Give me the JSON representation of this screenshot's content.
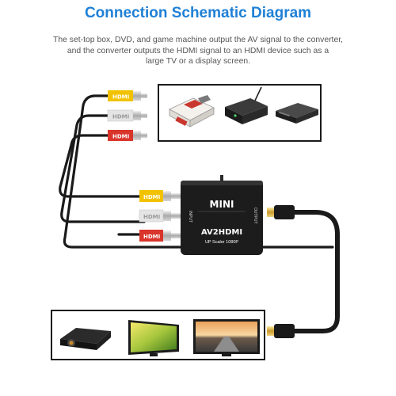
{
  "header": {
    "title": "Connection Schematic Diagram",
    "description_lines": [
      "The set-top box, DVD, and game machine output the AV signal to the converter,",
      "and the converter outputs the HDMI signal to an HDMI device such as a",
      "large TV or a display screen."
    ]
  },
  "converter": {
    "badge": "MINI",
    "name": "AV2HDMI",
    "subtitle": "UP Scaler 1080P",
    "input_label": "INPUT",
    "output_label": "OUTPUT"
  },
  "rca_plug_label": "HDMI",
  "colors": {
    "title": "#1f80d6",
    "description": "#555555",
    "cable": "#1a1a1a",
    "rca_yellow": "#f2c200",
    "rca_white": "#e4e4e4",
    "rca_red": "#d9352b",
    "converter_body": "#1c1c1c"
  },
  "icons": {
    "sources": [
      "game-console-icon",
      "set-top-box-icon",
      "dvd-player-icon"
    ],
    "displays": [
      "projector-icon",
      "monitor-icon",
      "tv-icon"
    ]
  }
}
